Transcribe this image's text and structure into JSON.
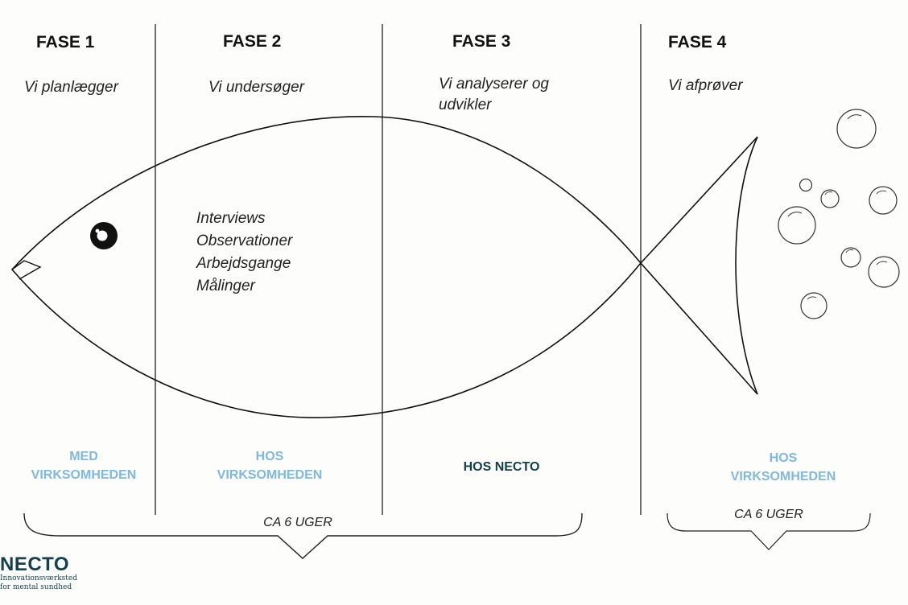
{
  "phases": [
    {
      "title": "FASE 1",
      "subtitle": "Vi planlægger"
    },
    {
      "title": "FASE 2",
      "subtitle": "Vi undersøger"
    },
    {
      "title": "FASE 3",
      "subtitle_line1": "Vi analyserer og",
      "subtitle_line2": "udvikler"
    },
    {
      "title": "FASE 4",
      "subtitle": "Vi afprøver"
    }
  ],
  "activities": [
    "Interviews",
    "Observationer",
    "Arbejdsgange",
    "Målinger"
  ],
  "locations": [
    {
      "line1": "MED",
      "line2": "VIRKSOMHEDEN",
      "color": "#7fb8e0"
    },
    {
      "line1": "HOS",
      "line2": "VIRKSOMHEDEN",
      "color": "#7fb8e0"
    },
    {
      "line1": "HOS NECTO",
      "color": "#12414a"
    },
    {
      "line1": "HOS",
      "line2": "VIRKSOMHEDEN",
      "color": "#7fb8e0"
    }
  ],
  "durations": [
    "CA 6 UGER",
    "CA 6 UGER"
  ],
  "logo": {
    "name": "NECTO",
    "tagline1": "Innovationsværksted",
    "tagline2": "for mental sundhed"
  },
  "icons": {
    "fish": "fish-outline",
    "eye": "fish-eye",
    "bubbles": "bubble-circles",
    "braces": "curly-brace"
  }
}
